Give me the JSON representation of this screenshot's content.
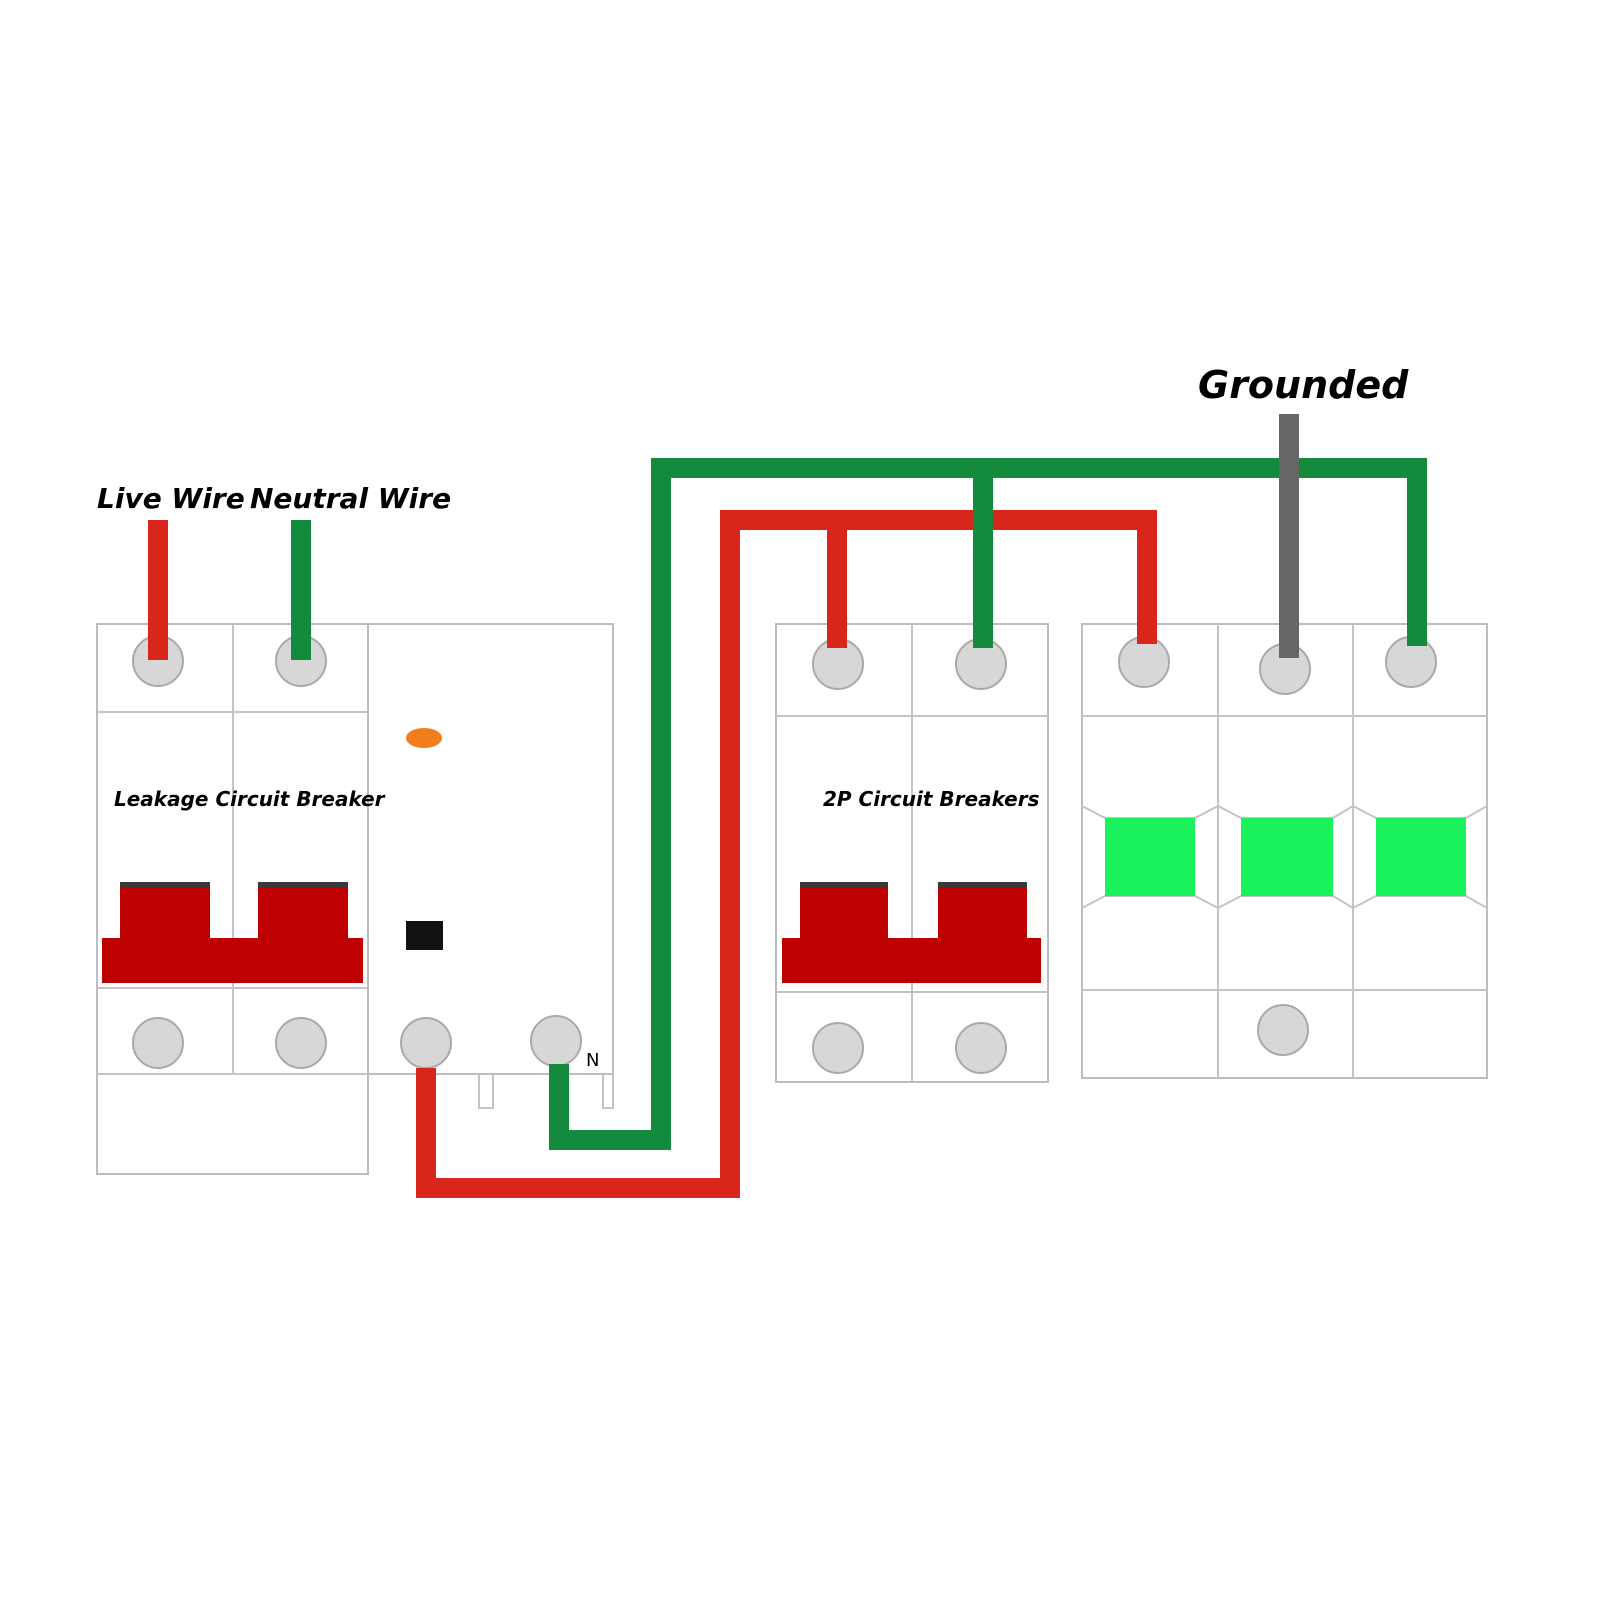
{
  "labels": {
    "live_wire": "Live Wire",
    "neutral_wire": "Neutral Wire",
    "grounded": "Grounded",
    "leakage_breaker": "Leakage Circuit Breaker",
    "breakers_2p": "2P Circuit Breakers",
    "neutral_marker": "N"
  },
  "colors": {
    "live": "#d9261c",
    "neutral": "#138a3c",
    "ground": "#666666",
    "handle": "#bf0000",
    "handle_top": "#3a3a3a",
    "terminal": "#d7d7d7",
    "indicator": "#f07f1a",
    "test_button": "#111111",
    "spd_window": "#19f25a"
  }
}
